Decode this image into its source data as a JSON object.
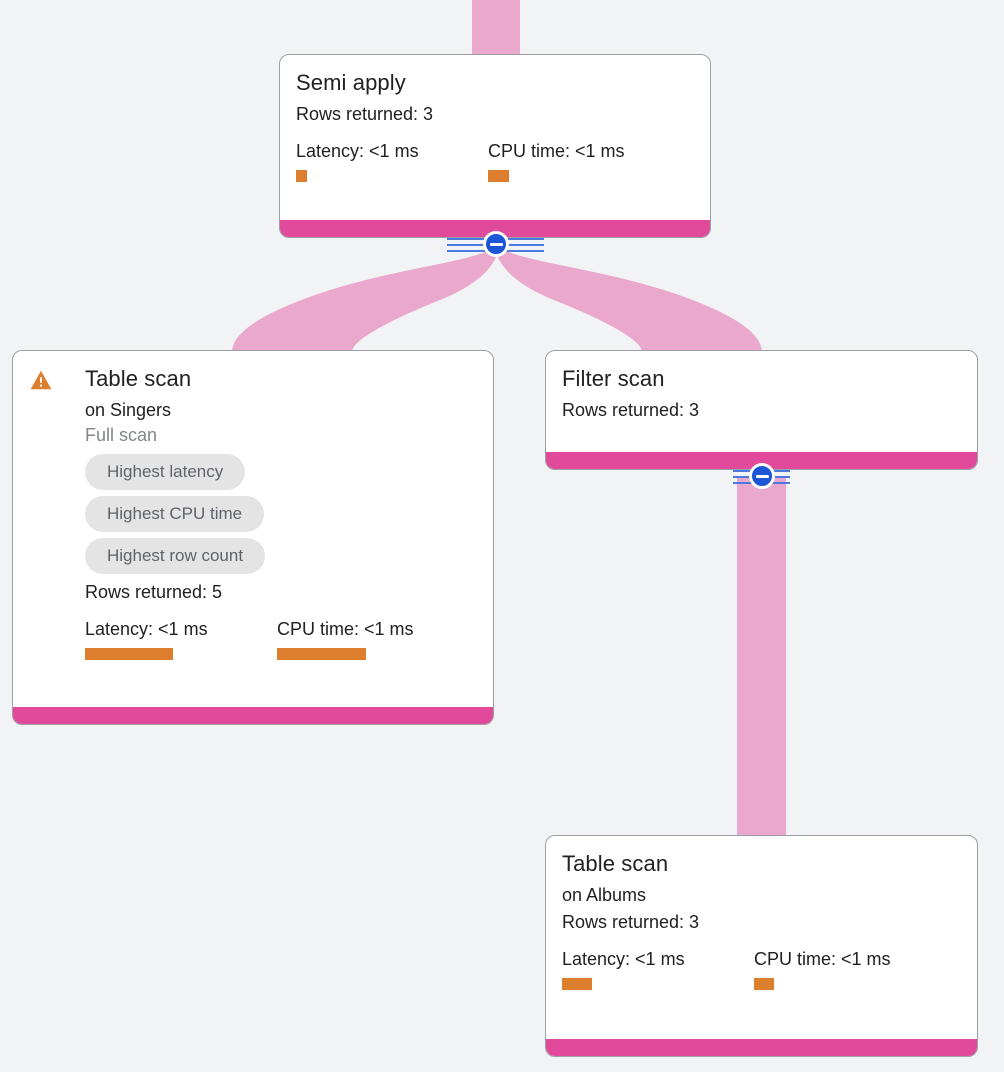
{
  "diagram": {
    "kind": "query-execution-plan",
    "background_color": "#f1f3f4",
    "node_border_color": "#9aa0a6",
    "footer_color": "#e1499a",
    "edge_color": "#eaa9cc",
    "metric_bar_color": "#dd7e2e",
    "chip_bg_color": "#e4e4e4",
    "toggle_color": "#1a56d6",
    "warning_color": "#dd7e2e"
  },
  "nodes": [
    {
      "id": "semi-apply",
      "title": "Semi apply",
      "rows_returned": "Rows returned: 3",
      "latency": "Latency: <1 ms",
      "cpu_time": "CPU time: <1 ms",
      "has_warning": false
    },
    {
      "id": "table-scan-singers",
      "title": "Table scan",
      "subtitle": "on Singers",
      "scan_type": "Full scan",
      "chips": [
        "Highest latency",
        "Highest CPU time",
        "Highest row count"
      ],
      "rows_returned": "Rows returned: 5",
      "latency": "Latency: <1 ms",
      "cpu_time": "CPU time: <1 ms",
      "has_warning": true,
      "warning_icon": "warning-triangle-icon"
    },
    {
      "id": "filter-scan",
      "title": "Filter scan",
      "rows_returned": "Rows returned: 3",
      "has_warning": false
    },
    {
      "id": "table-scan-albums",
      "title": "Table scan",
      "subtitle": "on Albums",
      "rows_returned": "Rows returned: 3",
      "latency": "Latency: <1 ms",
      "cpu_time": "CPU time: <1 ms",
      "has_warning": false
    }
  ],
  "toggles": [
    {
      "id": "toggle-semi-apply",
      "icon": "minus-circle-icon",
      "state": "expanded"
    },
    {
      "id": "toggle-filter-scan",
      "icon": "minus-circle-icon",
      "state": "expanded"
    }
  ]
}
